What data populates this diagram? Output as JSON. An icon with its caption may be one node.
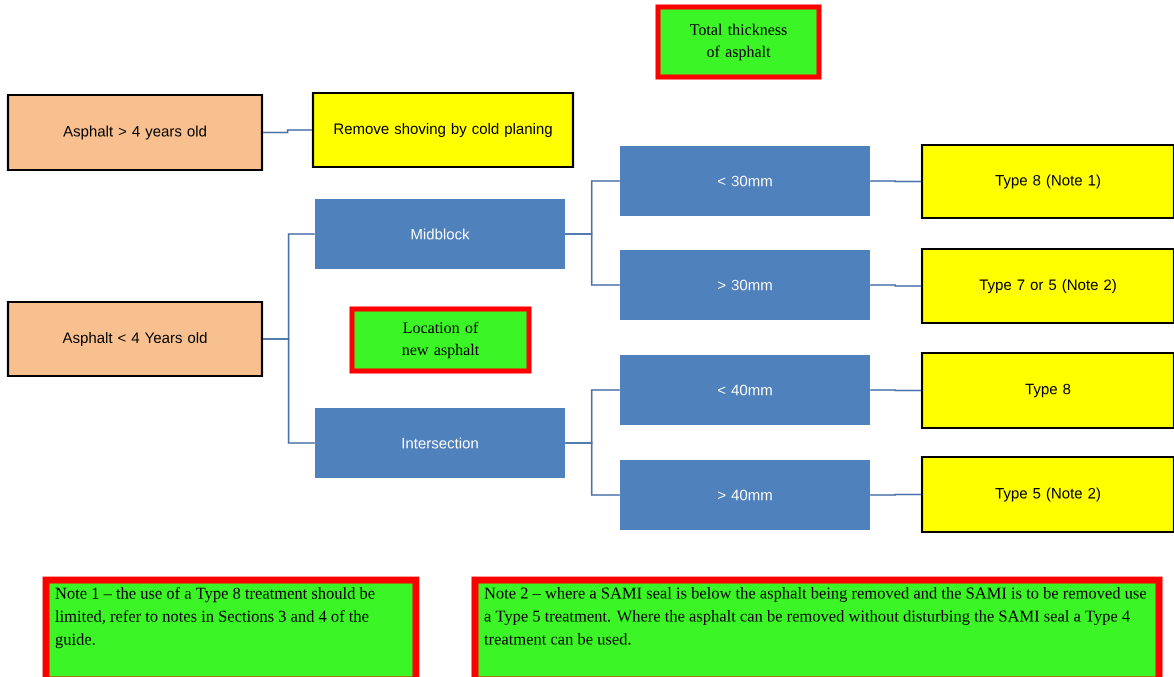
{
  "diagram": {
    "nodes": [
      {
        "text": [
          "Total thickness of asphalt"
        ]
      },
      {
        "text": [
          "Asphalt > 4 years old"
        ]
      },
      {
        "text": [
          "Remove shoving by cold planing"
        ]
      },
      {
        "text": [
          "< 30mm"
        ]
      },
      {
        "text": [
          "Type 8 (Note 1)"
        ]
      },
      {
        "text": [
          "Midblock"
        ]
      },
      {
        "text": [
          "> 30mm"
        ]
      },
      {
        "text": [
          "Type 7 or 5 (Note 2)"
        ]
      },
      {
        "text": [
          "Asphalt < 4 Years old"
        ]
      },
      {
        "text": [
          "Location of new asphalt"
        ]
      },
      {
        "text": [
          "< 40mm"
        ]
      },
      {
        "text": [
          "Type 8"
        ]
      },
      {
        "text": [
          "Intersection"
        ]
      },
      {
        "text": [
          "> 40mm"
        ]
      },
      {
        "text": [
          "Type 5 (Note 2)"
        ]
      },
      {
        "text": [
          "Note 1 – the use of a Type 8 treatment should be limited, refer to notes in Sections 3 and 4 of the guide."
        ]
      },
      {
        "text": [
          "Note 2 – where a SAMI seal is below the asphalt being removed and the SAMI is to be removed use a Type 5 treatment.  Where the asphalt can be removed without disturbing the SAMI seal a Type 4 treatment can be used."
        ]
      }
    ],
    "edges": [
      {
        "from": 1,
        "to": 2,
        "arrow": "none"
      },
      {
        "from": 8,
        "to": 5,
        "arrow": "none"
      },
      {
        "from": 8,
        "to": 12,
        "arrow": "none"
      },
      {
        "from": 5,
        "to": 3,
        "arrow": "none"
      },
      {
        "from": 5,
        "to": 6,
        "arrow": "none"
      },
      {
        "from": 12,
        "to": 10,
        "arrow": "none"
      },
      {
        "from": 12,
        "to": 13,
        "arrow": "none"
      },
      {
        "from": 3,
        "to": 4,
        "arrow": "none"
      },
      {
        "from": 6,
        "to": 7,
        "arrow": "none"
      },
      {
        "from": 10,
        "to": 11,
        "arrow": "none"
      },
      {
        "from": 13,
        "to": 14,
        "arrow": "none"
      }
    ]
  }
}
